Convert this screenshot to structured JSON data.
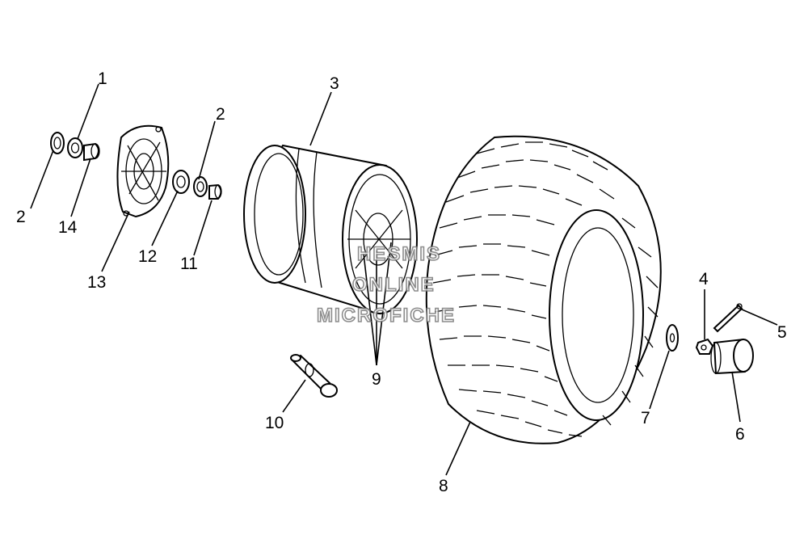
{
  "callouts": [
    {
      "id": "c1",
      "label": "1"
    },
    {
      "id": "c2a",
      "label": "2"
    },
    {
      "id": "c14",
      "label": "14"
    },
    {
      "id": "c13",
      "label": "13"
    },
    {
      "id": "c12",
      "label": "12"
    },
    {
      "id": "c2b",
      "label": "2"
    },
    {
      "id": "c11",
      "label": "11"
    },
    {
      "id": "c3",
      "label": "3"
    },
    {
      "id": "c9",
      "label": "9"
    },
    {
      "id": "c10",
      "label": "10"
    },
    {
      "id": "c8",
      "label": "8"
    },
    {
      "id": "c7",
      "label": "7"
    },
    {
      "id": "c4",
      "label": "4"
    },
    {
      "id": "c5",
      "label": "5"
    },
    {
      "id": "c6",
      "label": "6"
    }
  ],
  "watermark": {
    "line1": "HESMIS",
    "line2": "ONLINE",
    "line3": "MICROFICHE"
  },
  "colors": {
    "ink": "#000000",
    "paper": "#ffffff",
    "watermark_outline": "#7a7a7a"
  }
}
